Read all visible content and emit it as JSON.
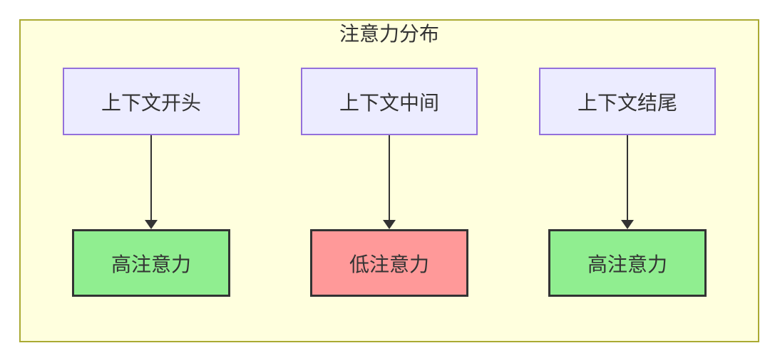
{
  "diagram": {
    "title": "注意力分布",
    "canvas_bg": "#ffffff",
    "group": {
      "fill": "#ffffde",
      "border": "#aaaa33"
    },
    "text_color": "#333333",
    "arrow_color": "#333333",
    "columns": [
      {
        "source": {
          "label": "上下文开头",
          "fill": "#ECECFF",
          "border": "#9370DB"
        },
        "target": {
          "label": "高注意力",
          "fill": "#90EE90",
          "border": "#333333"
        }
      },
      {
        "source": {
          "label": "上下文中间",
          "fill": "#ECECFF",
          "border": "#9370DB"
        },
        "target": {
          "label": "低注意力",
          "fill": "#FF9999",
          "border": "#333333"
        }
      },
      {
        "source": {
          "label": "上下文结尾",
          "fill": "#ECECFF",
          "border": "#9370DB"
        },
        "target": {
          "label": "高注意力",
          "fill": "#90EE90",
          "border": "#333333"
        }
      }
    ]
  }
}
